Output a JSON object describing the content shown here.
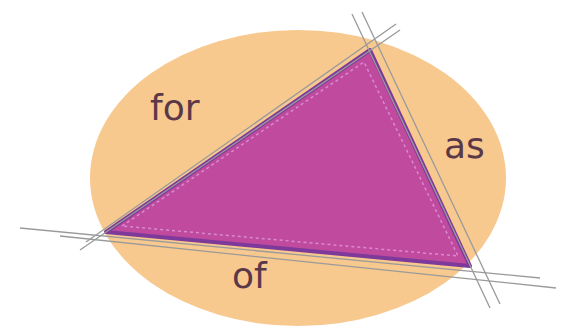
{
  "diagram": {
    "labels": [
      "for",
      "as",
      "of"
    ]
  }
}
